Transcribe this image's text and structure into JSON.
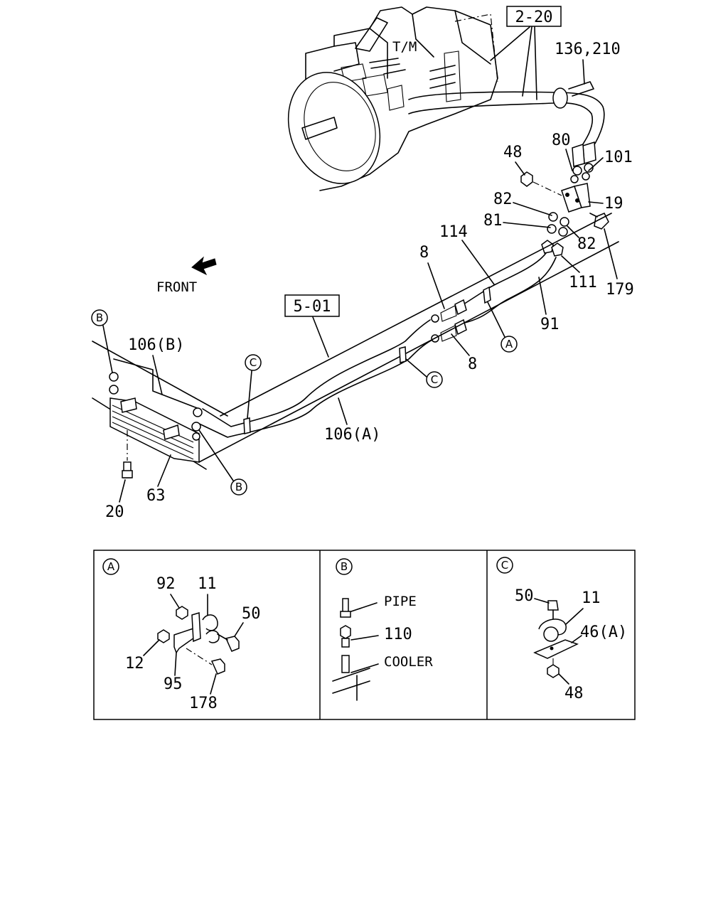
{
  "main_diagram": {
    "ref_boxes": [
      "2-20",
      "5-01"
    ],
    "transmission_label": "T/M",
    "front_label": "FRONT",
    "callouts": {
      "c136_210": "136,210",
      "c80": "80",
      "c101": "101",
      "c48": "48",
      "c19": "19",
      "c82a": "82",
      "c81": "81",
      "c82b": "82",
      "c179": "179",
      "c111": "111",
      "c114": "114",
      "c8a": "8",
      "c8b": "8",
      "c91": "91",
      "c106b": "106(B)",
      "c106a": "106(A)",
      "c63": "63",
      "c20": "20"
    },
    "detail_markers": {
      "A": "A",
      "B": "B",
      "C": "C"
    }
  },
  "detail_panels": {
    "A": {
      "marker": "A",
      "callouts": {
        "c92": "92",
        "c11": "11",
        "c50": "50",
        "c12": "12",
        "c95": "95",
        "c178": "178"
      }
    },
    "B": {
      "marker": "B",
      "callouts": {
        "pipe": "PIPE",
        "c110": "110",
        "cooler": "COOLER"
      }
    },
    "C": {
      "marker": "C",
      "callouts": {
        "c50": "50",
        "c11": "11",
        "c46a": "46(A)",
        "c48": "48"
      }
    }
  }
}
